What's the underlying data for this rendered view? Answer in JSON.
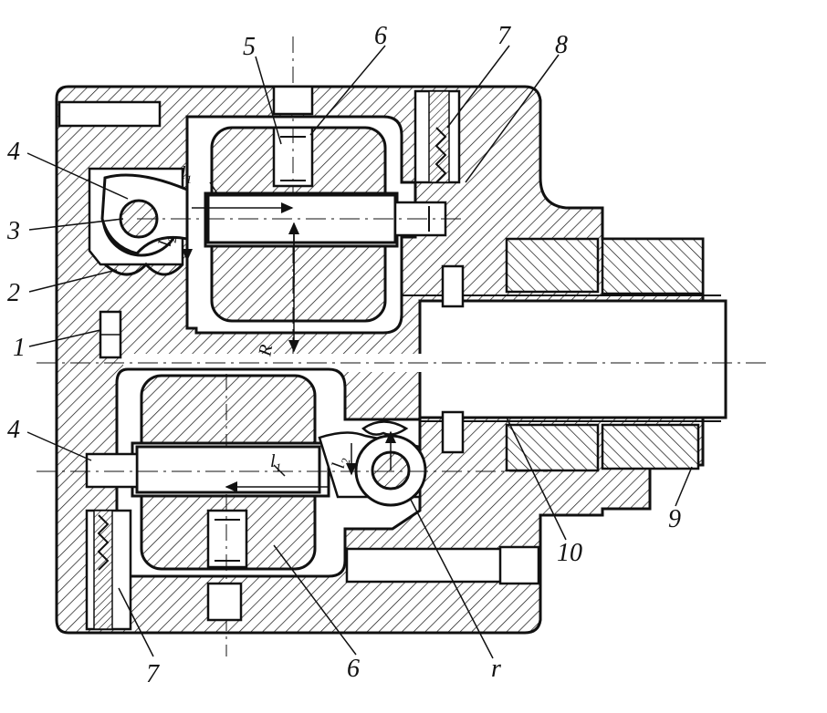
{
  "figure": {
    "callouts": [
      "1",
      "2",
      "3",
      "4",
      "5",
      "6",
      "7",
      "8",
      "9",
      "10"
    ],
    "dimension_labels": {
      "l1_base": "l",
      "l1_sub": "1",
      "l2_base": "l",
      "l2_sub": "2",
      "R": "R",
      "r": "r"
    }
  },
  "colors": {
    "ink": "#111111",
    "paper": "#ffffff"
  }
}
